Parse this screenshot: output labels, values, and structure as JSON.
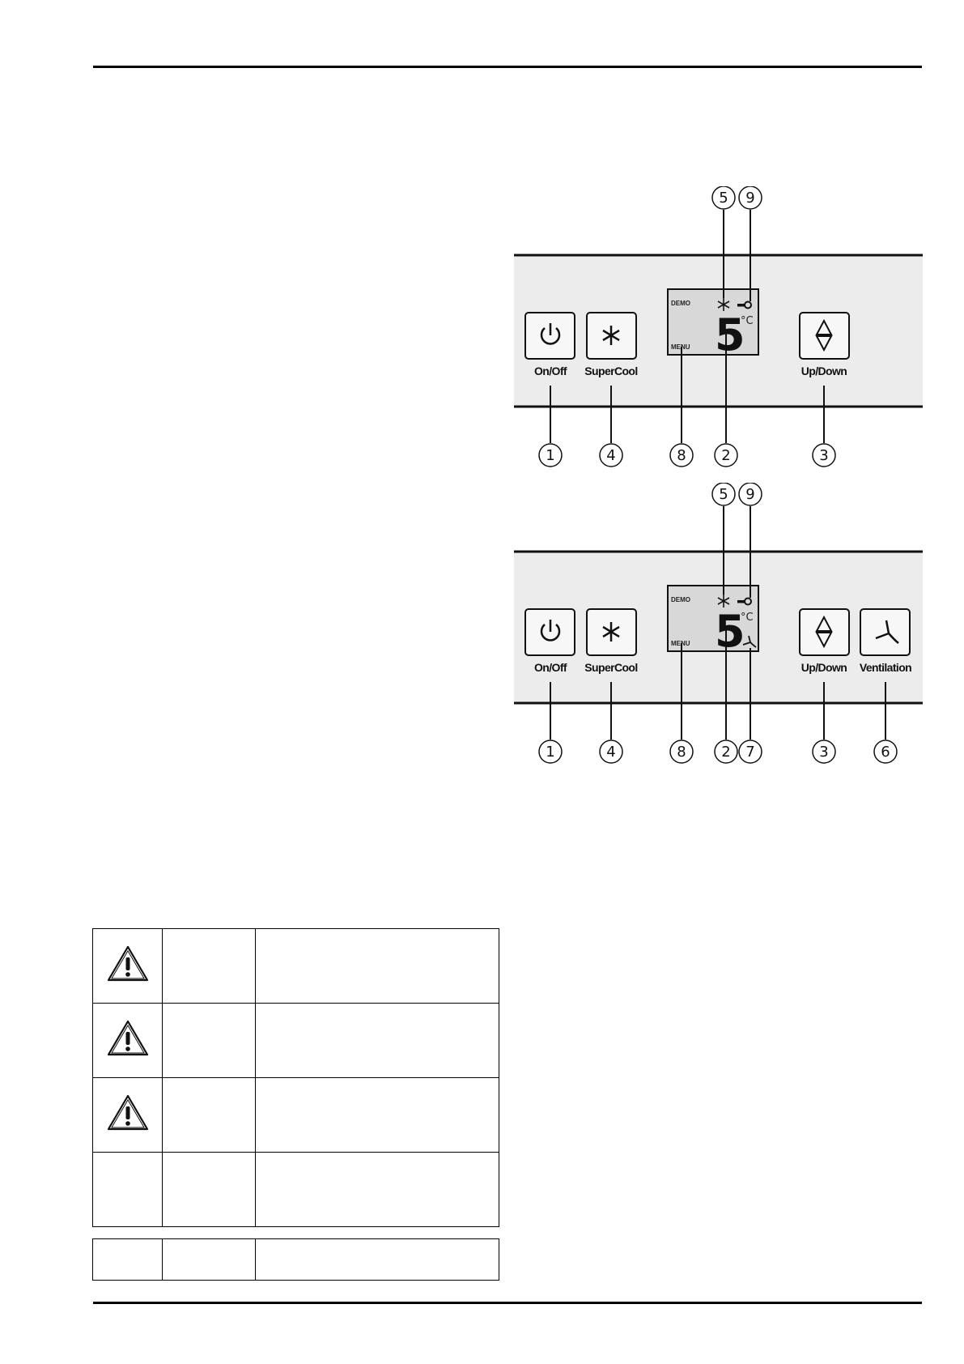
{
  "panel_top": {
    "lcd": {
      "demo": "DEMO",
      "menu": "MENU",
      "digit": "5",
      "unit": "°C"
    },
    "buttons": [
      {
        "label": "On/Off",
        "callout": "1"
      },
      {
        "label": "SuperCool",
        "callout": "4"
      },
      {
        "label": "Up/Down",
        "callout": "3"
      }
    ],
    "callouts_top": [
      "5",
      "9"
    ],
    "callouts_bottom": {
      "menu": "8",
      "temp": "2"
    }
  },
  "panel_bottom": {
    "lcd": {
      "demo": "DEMO",
      "menu": "MENU",
      "digit": "5",
      "unit": "°C"
    },
    "buttons": [
      {
        "label": "On/Off",
        "callout": "1"
      },
      {
        "label": "SuperCool",
        "callout": "4"
      },
      {
        "label": "Up/Down",
        "callout": "3"
      },
      {
        "label": "Ventilation",
        "callout": "6"
      }
    ],
    "callouts_top": [
      "5",
      "9"
    ],
    "callouts_bottom": {
      "menu": "8",
      "temp": "2",
      "fan": "7"
    }
  },
  "icons": {
    "warning": "warning-triangle-icon",
    "power": "power-icon",
    "snowflake": "snowflake-icon",
    "updown": "up-down-arrow-icon",
    "fan": "fan-icon",
    "key": "key-lock-icon"
  },
  "colors": {
    "panel_bg": "#ececec",
    "lcd_bg": "#d8d8d8",
    "line": "#111111"
  }
}
